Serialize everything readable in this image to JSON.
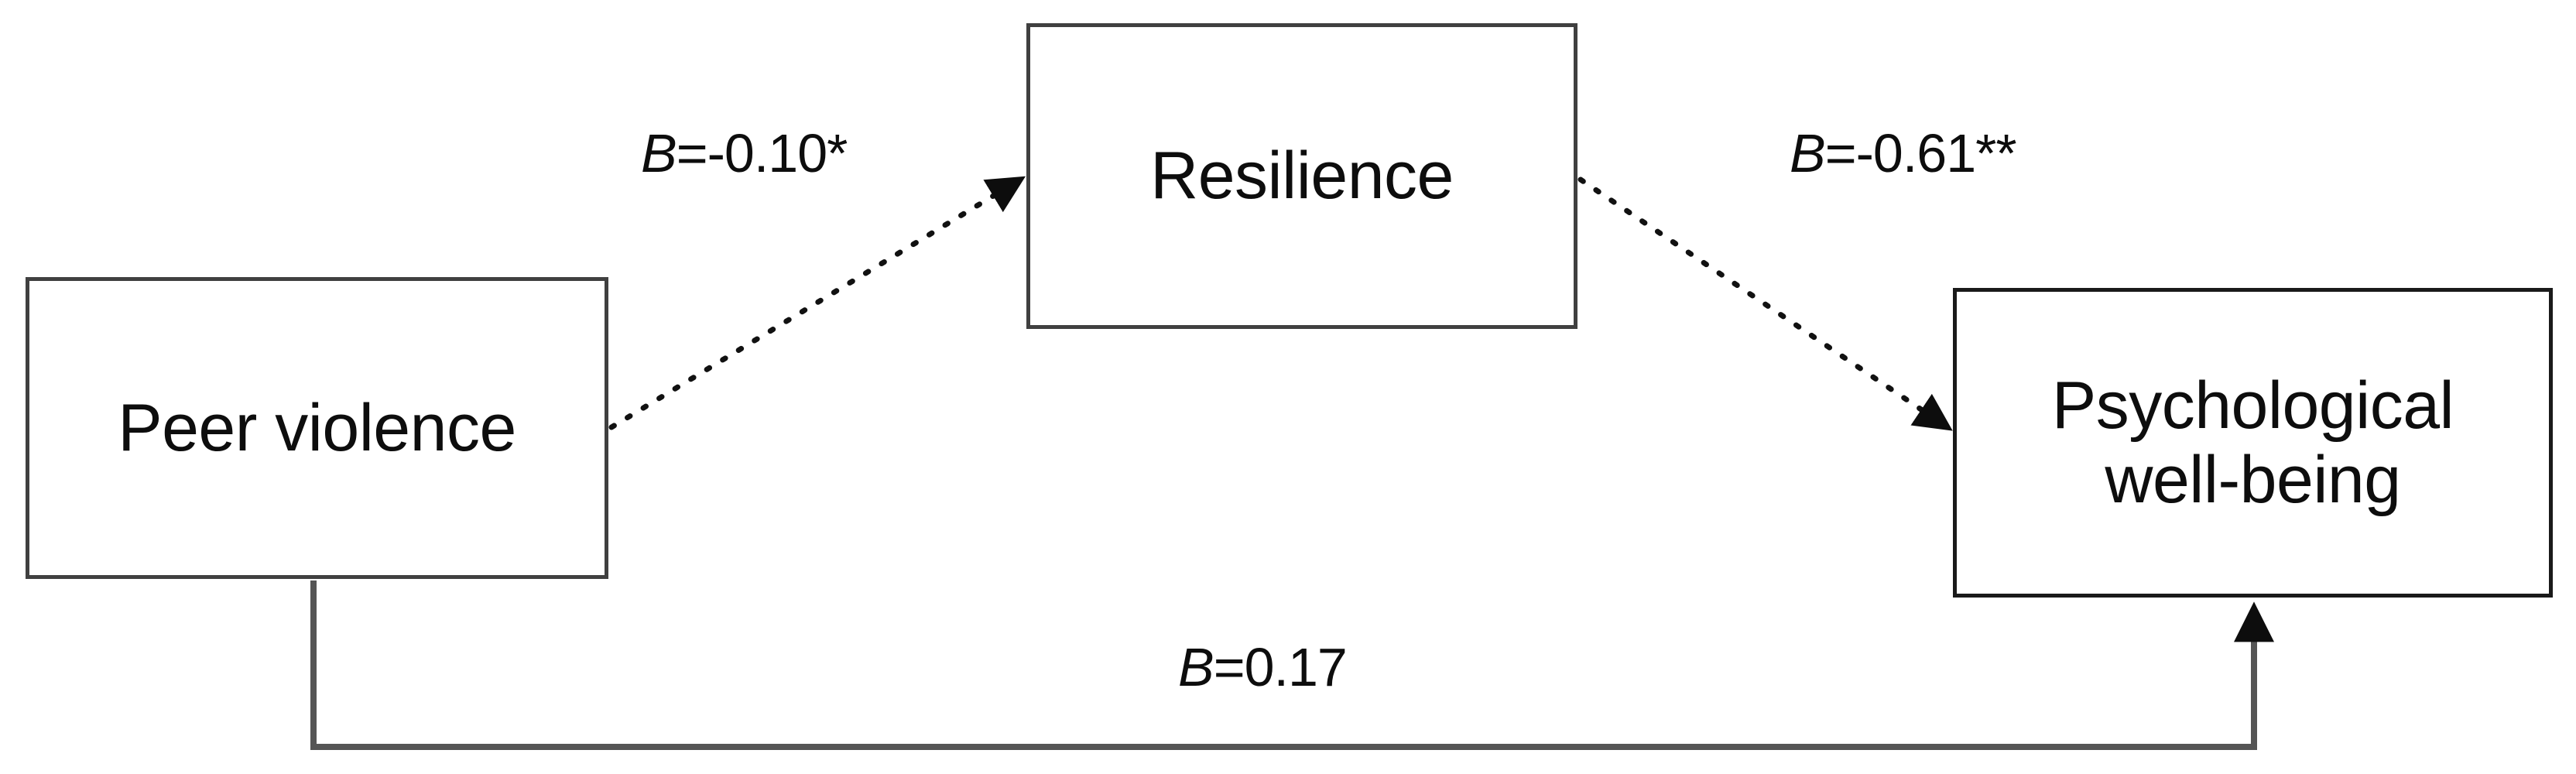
{
  "diagram": {
    "type": "mediation-path-diagram",
    "background_color": "#ffffff",
    "nodes": [
      {
        "id": "peer-violence",
        "label": "Peer violence",
        "border_color": "#404040",
        "fill_color": "#ffffff"
      },
      {
        "id": "resilience",
        "label": "Resilience",
        "border_color": "#404040",
        "fill_color": "#ffffff"
      },
      {
        "id": "psychological-wellbeing",
        "label": "Psychological\nwell-being",
        "border_color": "#1a1a1a",
        "fill_color": "#ffffff"
      }
    ],
    "edges": [
      {
        "id": "a-path",
        "from": "peer-violence",
        "to": "resilience",
        "style": "dotted",
        "arrowhead": "filled-triangle",
        "coefficient_prefix": "B",
        "coefficient_value": "=-0.10",
        "significance": "*",
        "label_full": "B=-0.10*"
      },
      {
        "id": "b-path",
        "from": "resilience",
        "to": "psychological-wellbeing",
        "style": "dotted",
        "arrowhead": "filled-triangle",
        "coefficient_prefix": "B",
        "coefficient_value": "=-0.61",
        "significance": "**",
        "label_full": "B=-0.61**"
      },
      {
        "id": "c-path",
        "from": "peer-violence",
        "to": "psychological-wellbeing",
        "style": "solid-elbow",
        "arrowhead": "filled-triangle",
        "coefficient_prefix": "B",
        "coefficient_value": "=0.17",
        "significance": "",
        "label_full": "B=0.17"
      }
    ]
  },
  "chart_data": {
    "type": "diagram",
    "title": "",
    "nodes": [
      "Peer violence",
      "Resilience",
      "Psychological well-being"
    ],
    "paths": [
      {
        "from": "Peer violence",
        "to": "Resilience",
        "B": -0.1,
        "significance": "*",
        "label": "B=-0.10*"
      },
      {
        "from": "Resilience",
        "to": "Psychological well-being",
        "B": -0.61,
        "significance": "**",
        "label": "B=-0.61**"
      },
      {
        "from": "Peer violence",
        "to": "Psychological well-being",
        "B": 0.17,
        "significance": "",
        "label": "B=0.17"
      }
    ]
  }
}
